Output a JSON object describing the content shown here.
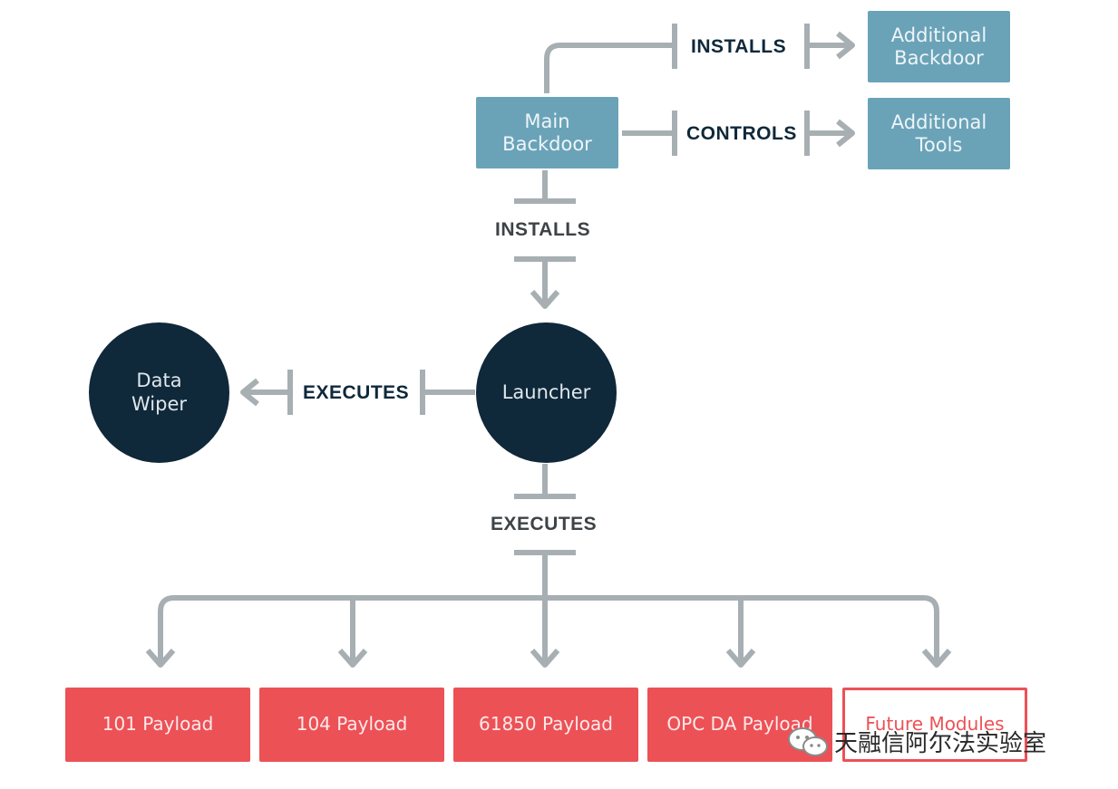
{
  "nodes": {
    "main_backdoor": "Main\nBackdoor",
    "additional_backdoor": "Additional\nBackdoor",
    "additional_tools": "Additional\nTools",
    "launcher": "Launcher",
    "data_wiper": "Data\nWiper"
  },
  "edges": {
    "installs_top": "INSTALLS",
    "controls": "CONTROLS",
    "installs_mid": "INSTALLS",
    "executes_left": "EXECUTES",
    "executes_down": "EXECUTES"
  },
  "payloads": [
    "101 Payload",
    "104 Payload",
    "61850 Payload",
    "OPC DA Payload",
    "Future Modules"
  ],
  "watermark": {
    "text": "天融信阿尔法实验室",
    "icon": "wechat-icon"
  },
  "colors": {
    "connector": "#a7afb3",
    "module_blue": "#6aa3b8",
    "payload_red": "#ec5156",
    "core_navy": "#0f283a"
  }
}
